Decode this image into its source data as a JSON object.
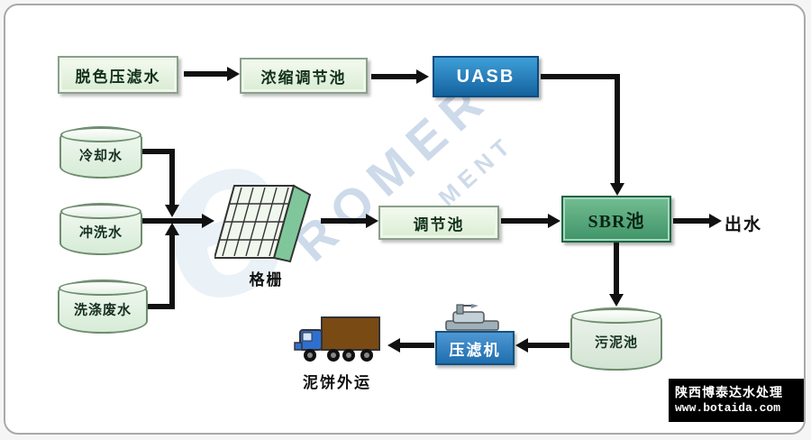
{
  "nodes": {
    "decolor": "脱色压滤水",
    "concentrate": "浓缩调节池",
    "uasb": "UASB",
    "cooling": "冷却水",
    "rinse": "冲洗水",
    "washing": "洗涤废水",
    "screen": "格栅",
    "adjust": "调节池",
    "sbr": "SBR池",
    "effluent": "出水",
    "sludge": "污泥池",
    "press": "压滤机",
    "truck": "泥饼外运"
  },
  "watermark": {
    "main": "ROMER",
    "sub": "MENT",
    "logo": "e"
  },
  "footer": {
    "company": "陕西博泰达水处理",
    "site": "www.botaida.com"
  },
  "colors": {
    "box_green_face": "#e6f3df",
    "uasb_blue": "#1b75bb",
    "sbr_green": "#4fa578",
    "press_blue": "#2e7fc2",
    "cylinder_green": "#e3f1e3",
    "arrow_black": "#111111",
    "footer_bg": "#000000"
  }
}
